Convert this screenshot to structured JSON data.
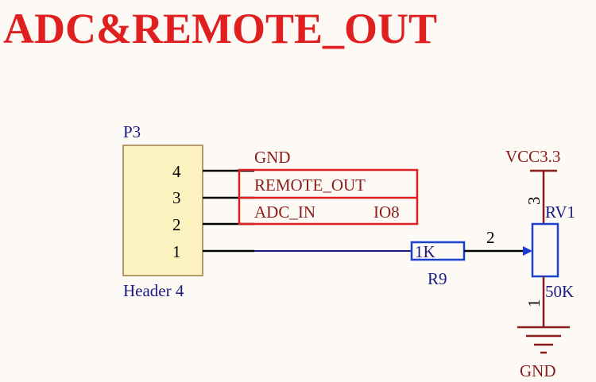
{
  "title": "ADC&REMOTE_OUT",
  "connector": {
    "designator": "P3",
    "name": "Header 4",
    "pins": [
      "4",
      "3",
      "2",
      "1"
    ]
  },
  "nets": {
    "gnd_top": "GND",
    "remote_out": "REMOTE_OUT",
    "adc_in": "ADC_IN",
    "io8": "IO8",
    "vcc": "VCC3.3",
    "gnd_bottom": "GND"
  },
  "resistor": {
    "designator": "R9",
    "value": "1K"
  },
  "potentiometer": {
    "designator": "RV1",
    "value": "50K",
    "pin_top": "3",
    "pin_wiper": "2",
    "pin_bottom": "1"
  },
  "colors": {
    "title": "#e02020",
    "net_label": "#8b1a1a",
    "component_text": "#1a1a80",
    "wire": "#1a1a80",
    "pin_line": "#000000",
    "power_wire": "#8b1a1a",
    "component_outline": "#1a3fcf",
    "header_fill": "#fdf3c0",
    "header_stroke": "#9a7b4a",
    "highlight_box": "#e02020"
  }
}
